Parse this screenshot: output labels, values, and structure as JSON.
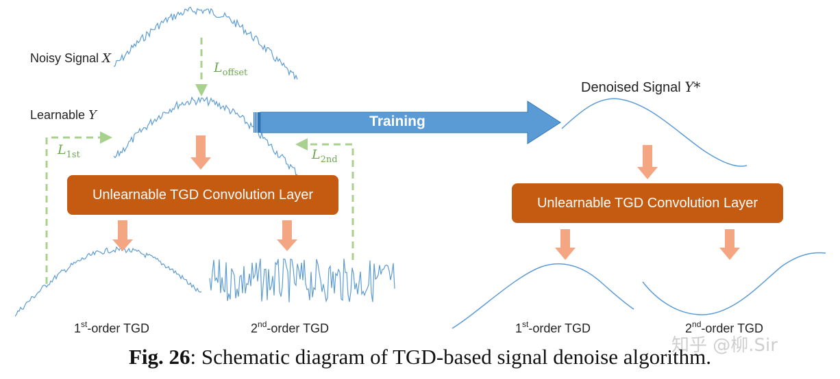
{
  "labels": {
    "noisy_signal": "Noisy Signal",
    "noisy_var": "X",
    "learnable": "Learnable",
    "learnable_var": "Y",
    "denoised_signal": "Denoised Signal",
    "denoised_var": "Y*",
    "training": "Training",
    "conv_layer_left": "Unlearnable TGD Convolution Layer",
    "conv_layer_right": "Unlearnable TGD Convolution Layer",
    "first_order_left_sup": "st",
    "first_order_left_rest": "-order TGD",
    "first_order_left_num": "1",
    "second_order_left_num": "2",
    "second_order_left_sup": "nd",
    "second_order_left_rest": "-order TGD",
    "first_order_right_num": "1",
    "first_order_right_sup": "st",
    "first_order_right_rest": "-order TGD",
    "second_order_right_num": "2",
    "second_order_right_sup": "nd",
    "second_order_right_rest": "-order TGD"
  },
  "losses": {
    "offset": {
      "symbol": "L",
      "sub": "offset"
    },
    "first": {
      "symbol": "L",
      "sub": "1st"
    },
    "second": {
      "symbol": "L",
      "sub": "2nd"
    }
  },
  "caption": {
    "bold": "Fig. 26",
    "text": ": Schematic diagram of TGD-based signal denoise algorithm."
  },
  "watermark": "知乎 @柳.Sir",
  "colors": {
    "signal": "#5b9bd5",
    "box": "#c55a11",
    "arrow_orange": "#f4a582",
    "arrow_green": "#a9d18e",
    "training_arrow": "#5b9bd5"
  }
}
